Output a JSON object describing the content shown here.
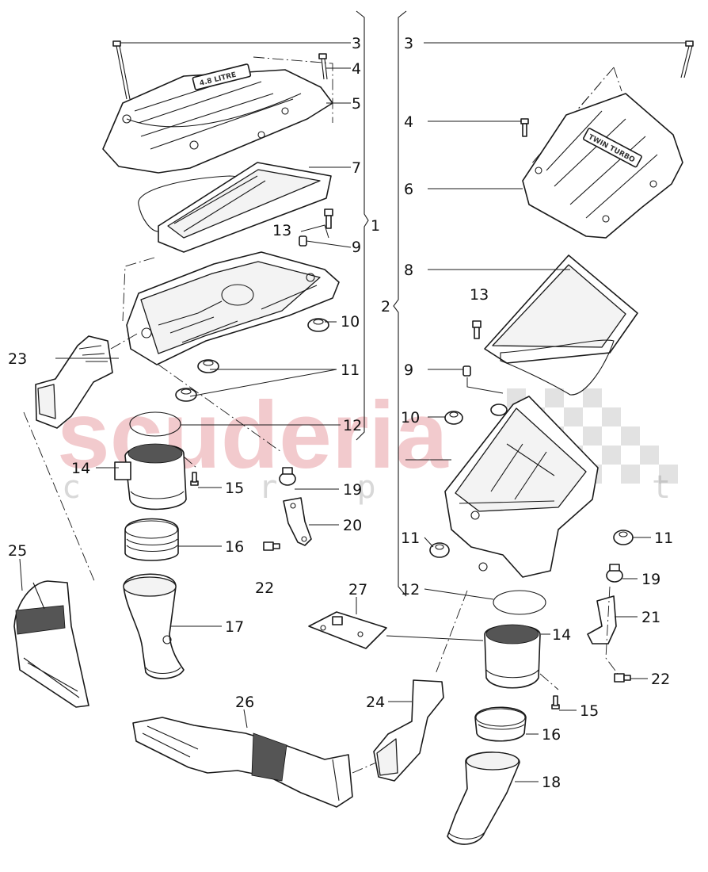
{
  "watermark": {
    "brand": "scuderia",
    "sub": "c a r p a r t"
  },
  "logos": {
    "left_cover": "4.8 LITRE",
    "right_cover": "TWIN TURBO"
  },
  "labels": {
    "l3": "3",
    "l4": "4",
    "l5": "5",
    "l7": "7",
    "l13": "13",
    "l9": "9",
    "l1": "1",
    "l10": "10",
    "l23": "23",
    "l11": "11",
    "l12": "12",
    "l14": "14",
    "l15": "15",
    "l19": "19",
    "l20": "20",
    "l16": "16",
    "l22": "22",
    "l25": "25",
    "l17": "17",
    "r3": "3",
    "r4": "4",
    "r6": "6",
    "r8": "8",
    "r2": "2",
    "r13": "13",
    "r9": "9",
    "r10": "10",
    "r11a": "11",
    "r11b": "11",
    "r19": "19",
    "r12": "12",
    "r27": "27",
    "r21": "21",
    "r14": "14",
    "r22": "22",
    "r24": "24",
    "r26": "26",
    "r15": "15",
    "r16": "16",
    "r18": "18"
  }
}
